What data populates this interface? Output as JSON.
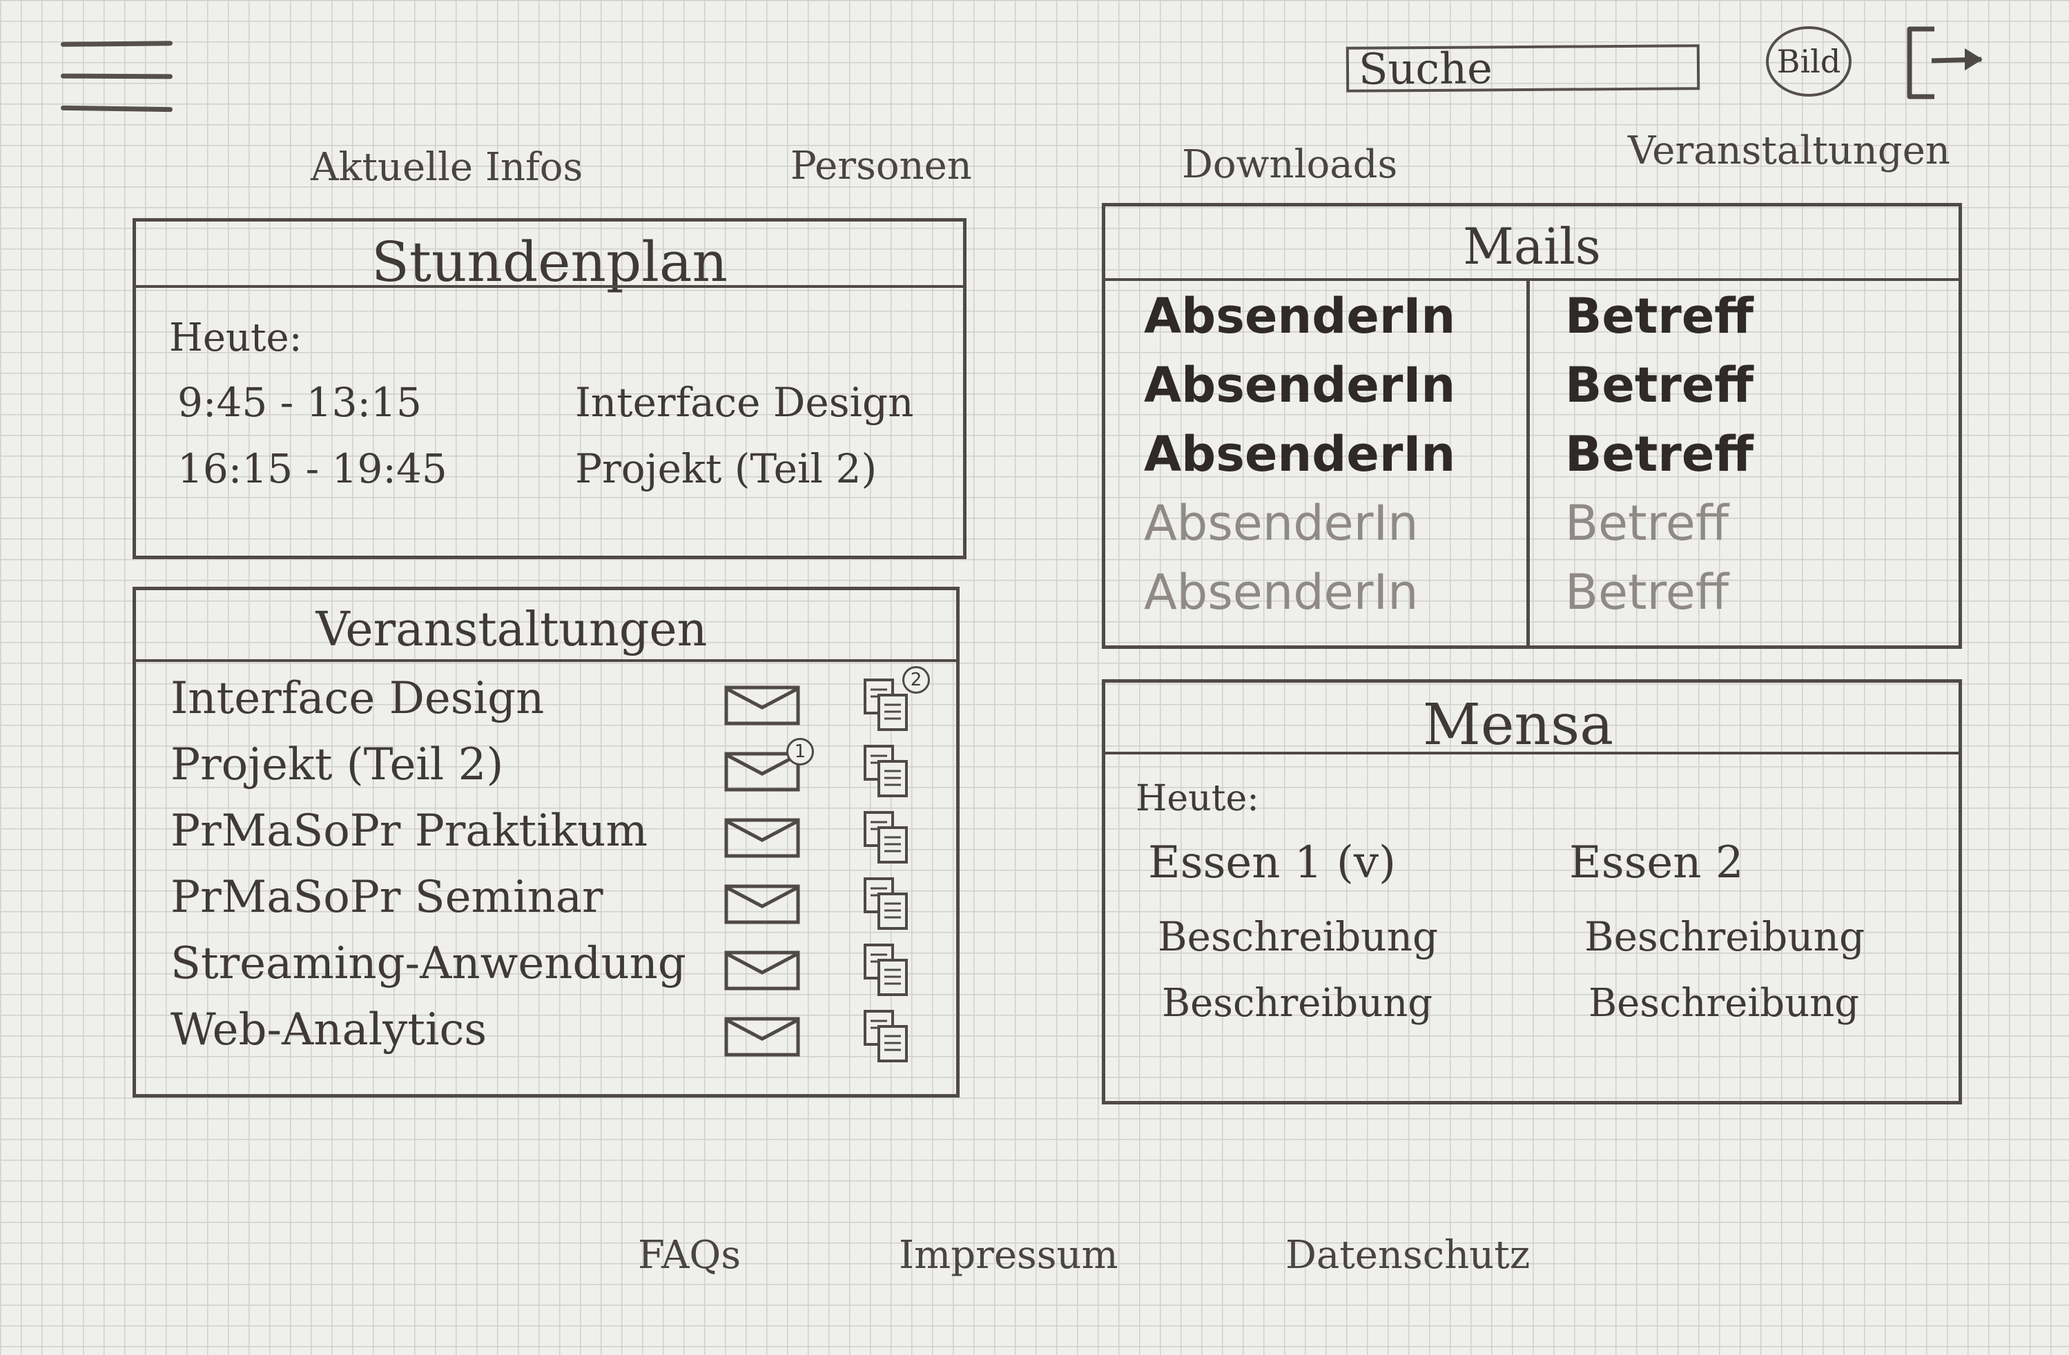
{
  "header": {
    "search_placeholder": "Suche",
    "avatar_label": "Bild"
  },
  "nav": {
    "items": [
      "Aktuelle Infos",
      "Personen",
      "Downloads",
      "Veranstaltungen"
    ]
  },
  "stundenplan": {
    "title": "Stundenplan",
    "today_label": "Heute:",
    "entries": [
      {
        "time": "9:45 - 13:15",
        "course": "Interface Design"
      },
      {
        "time": "16:15 - 19:45",
        "course": "Projekt (Teil 2)"
      }
    ]
  },
  "veranstaltungen": {
    "title": "Veranstaltungen",
    "courses": [
      {
        "name": "Interface Design",
        "mail_badge": "",
        "doc_badge": "2"
      },
      {
        "name": "Projekt (Teil 2)",
        "mail_badge": "1",
        "doc_badge": ""
      },
      {
        "name": "PrMaSoPr Praktikum",
        "mail_badge": "",
        "doc_badge": ""
      },
      {
        "name": "PrMaSoPr Seminar",
        "mail_badge": "",
        "doc_badge": ""
      },
      {
        "name": "Streaming-Anwendung",
        "mail_badge": "",
        "doc_badge": ""
      },
      {
        "name": "Web-Analytics",
        "mail_badge": "",
        "doc_badge": ""
      }
    ]
  },
  "mails": {
    "title": "Mails",
    "rows": [
      {
        "sender": "AbsenderIn",
        "subject": "Betreff",
        "unread": true
      },
      {
        "sender": "AbsenderIn",
        "subject": "Betreff",
        "unread": true
      },
      {
        "sender": "AbsenderIn",
        "subject": "Betreff",
        "unread": true
      },
      {
        "sender": "AbsenderIn",
        "subject": "Betreff",
        "unread": false
      },
      {
        "sender": "AbsenderIn",
        "subject": "Betreff",
        "unread": false
      }
    ]
  },
  "mensa": {
    "title": "Mensa",
    "today_label": "Heute:",
    "meals": [
      {
        "name": "Essen 1 (v)",
        "desc1": "Beschreibung",
        "desc2": "Beschreibung"
      },
      {
        "name": "Essen 2",
        "desc1": "Beschreibung",
        "desc2": "Beschreibung"
      }
    ]
  },
  "footer": {
    "links": [
      "FAQs",
      "Impressum",
      "Datenschutz"
    ]
  },
  "colors": {
    "paper": "#efefec",
    "grid": "#cfcfcc",
    "ink": "#3f3a36",
    "faded_ink": "#8f8a86"
  }
}
